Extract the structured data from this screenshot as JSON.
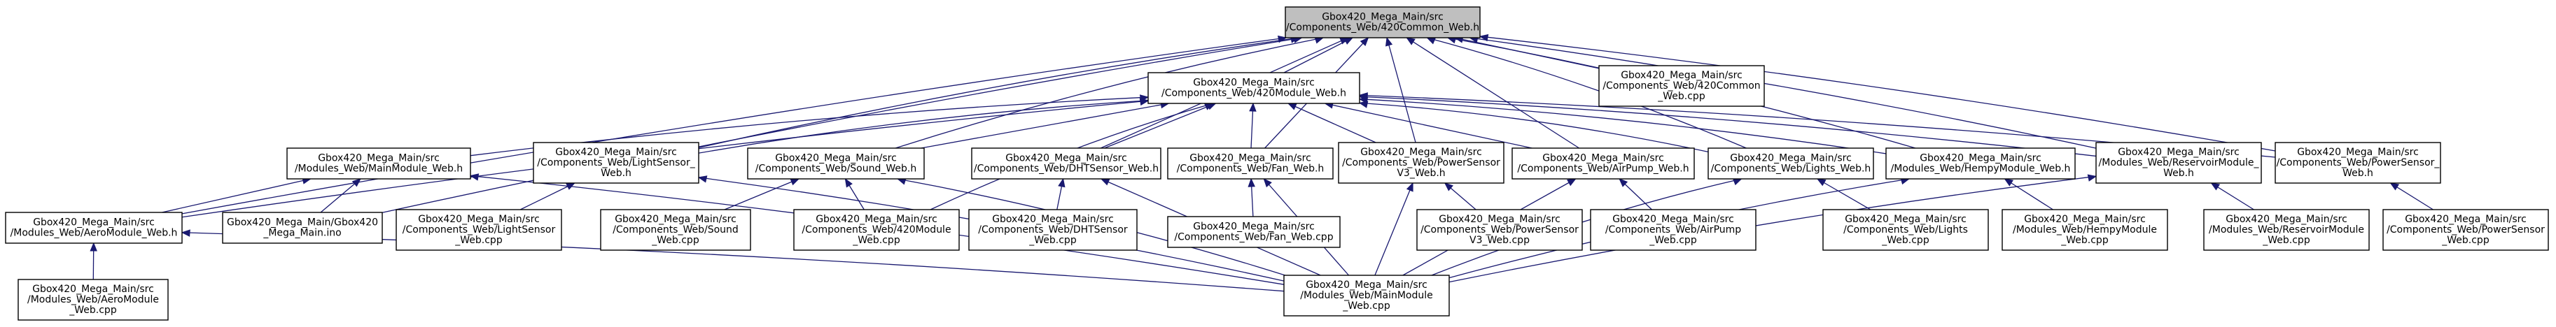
{
  "graph": {
    "nodes": [
      {
        "id": "n420common_h",
        "lines": [
          "Gbox420_Mega_Main/src",
          "/Components_Web/420Common_Web.h"
        ],
        "root": true
      },
      {
        "id": "n420common_cpp",
        "lines": [
          "Gbox420_Mega_Main/src",
          "/Components_Web/420Common",
          "_Web.cpp"
        ]
      },
      {
        "id": "n420module_h",
        "lines": [
          "Gbox420_Mega_Main/src",
          "/Components_Web/420Module_Web.h"
        ]
      },
      {
        "id": "nmainmodule_h",
        "lines": [
          "Gbox420_Mega_Main/src",
          "/Modules_Web/MainModule_Web.h"
        ]
      },
      {
        "id": "nlightsensor_h",
        "lines": [
          "Gbox420_Mega_Main/src",
          "/Components_Web/LightSensor_",
          "Web.h"
        ]
      },
      {
        "id": "nsound_h",
        "lines": [
          "Gbox420_Mega_Main/src",
          "/Components_Web/Sound_Web.h"
        ]
      },
      {
        "id": "ndht_h",
        "lines": [
          "Gbox420_Mega_Main/src",
          "/Components_Web/DHTSensor_Web.h"
        ]
      },
      {
        "id": "nfan_h",
        "lines": [
          "Gbox420_Mega_Main/src",
          "/Components_Web/Fan_Web.h"
        ]
      },
      {
        "id": "npowerv3_h",
        "lines": [
          "Gbox420_Mega_Main/src",
          "/Components_Web/PowerSensor",
          "V3_Web.h"
        ]
      },
      {
        "id": "nairpump_h",
        "lines": [
          "Gbox420_Mega_Main/src",
          "/Components_Web/AirPump_Web.h"
        ]
      },
      {
        "id": "nlights_h",
        "lines": [
          "Gbox420_Mega_Main/src",
          "/Components_Web/Lights_Web.h"
        ]
      },
      {
        "id": "nhempy_h",
        "lines": [
          "Gbox420_Mega_Main/src",
          "/Modules_Web/HempyModule_Web.h"
        ]
      },
      {
        "id": "nreservoir_h",
        "lines": [
          "Gbox420_Mega_Main/src",
          "/Modules_Web/ReservoirModule_",
          "Web.h"
        ]
      },
      {
        "id": "npower_h",
        "lines": [
          "Gbox420_Mega_Main/src",
          "/Components_Web/PowerSensor_",
          "Web.h"
        ]
      },
      {
        "id": "naero_h",
        "lines": [
          "Gbox420_Mega_Main/src",
          "/Modules_Web/AeroModule_Web.h"
        ]
      },
      {
        "id": "nino",
        "lines": [
          "Gbox420_Mega_Main/Gbox420",
          "_Mega_Main.ino"
        ]
      },
      {
        "id": "nlightsensor_cpp",
        "lines": [
          "Gbox420_Mega_Main/src",
          "/Components_Web/LightSensor",
          "_Web.cpp"
        ]
      },
      {
        "id": "nsound_cpp",
        "lines": [
          "Gbox420_Mega_Main/src",
          "/Components_Web/Sound",
          "_Web.cpp"
        ]
      },
      {
        "id": "n420module_cpp",
        "lines": [
          "Gbox420_Mega_Main/src",
          "/Components_Web/420Module",
          "_Web.cpp"
        ]
      },
      {
        "id": "ndht_cpp",
        "lines": [
          "Gbox420_Mega_Main/src",
          "/Components_Web/DHTSensor",
          "_Web.cpp"
        ]
      },
      {
        "id": "nfan_cpp",
        "lines": [
          "Gbox420_Mega_Main/src",
          "/Components_Web/Fan_Web.cpp"
        ]
      },
      {
        "id": "npowerv3_cpp",
        "lines": [
          "Gbox420_Mega_Main/src",
          "/Components_Web/PowerSensor",
          "V3_Web.cpp"
        ]
      },
      {
        "id": "nairpump_cpp",
        "lines": [
          "Gbox420_Mega_Main/src",
          "/Components_Web/AirPump",
          "_Web.cpp"
        ]
      },
      {
        "id": "nlights_cpp",
        "lines": [
          "Gbox420_Mega_Main/src",
          "/Components_Web/Lights",
          "_Web.cpp"
        ]
      },
      {
        "id": "nhempy_cpp",
        "lines": [
          "Gbox420_Mega_Main/src",
          "/Modules_Web/HempyModule",
          "_Web.cpp"
        ]
      },
      {
        "id": "nreservoir_cpp",
        "lines": [
          "Gbox420_Mega_Main/src",
          "/Modules_Web/ReservoirModule",
          "_Web.cpp"
        ]
      },
      {
        "id": "npower_cpp",
        "lines": [
          "Gbox420_Mega_Main/src",
          "/Components_Web/PowerSensor",
          "_Web.cpp"
        ]
      },
      {
        "id": "naero_cpp",
        "lines": [
          "Gbox420_Mega_Main/src",
          "/Modules_Web/AeroModule",
          "_Web.cpp"
        ]
      },
      {
        "id": "nmainmodule_cpp",
        "lines": [
          "Gbox420_Mega_Main/src",
          "/Modules_Web/MainModule",
          "_Web.cpp"
        ]
      }
    ],
    "edges": [
      [
        "n420common_h",
        "n420common_cpp"
      ],
      [
        "n420common_h",
        "n420module_h"
      ],
      [
        "n420common_h",
        "nlightsensor_h"
      ],
      [
        "n420common_h",
        "nsound_h"
      ],
      [
        "n420common_h",
        "ndht_h"
      ],
      [
        "n420common_h",
        "nfan_h"
      ],
      [
        "n420common_h",
        "npowerv3_h"
      ],
      [
        "n420common_h",
        "nairpump_h"
      ],
      [
        "n420common_h",
        "nlights_h"
      ],
      [
        "n420common_h",
        "nhempy_h"
      ],
      [
        "n420common_h",
        "nreservoir_h"
      ],
      [
        "n420common_h",
        "npower_h"
      ],
      [
        "n420common_h",
        "naero_h"
      ],
      [
        "n420common_h",
        "nino"
      ],
      [
        "n420module_h",
        "nmainmodule_h"
      ],
      [
        "n420module_h",
        "nlightsensor_h"
      ],
      [
        "n420module_h",
        "nsound_h"
      ],
      [
        "n420module_h",
        "ndht_h"
      ],
      [
        "n420module_h",
        "nfan_h"
      ],
      [
        "n420module_h",
        "npowerv3_h"
      ],
      [
        "n420module_h",
        "nairpump_h"
      ],
      [
        "n420module_h",
        "nlights_h"
      ],
      [
        "n420module_h",
        "nhempy_h"
      ],
      [
        "n420module_h",
        "nreservoir_h"
      ],
      [
        "n420module_h",
        "npower_h"
      ],
      [
        "n420module_h",
        "naero_h"
      ],
      [
        "n420module_h",
        "n420module_cpp"
      ],
      [
        "nmainmodule_h",
        "naero_h"
      ],
      [
        "nmainmodule_h",
        "nino"
      ],
      [
        "nmainmodule_h",
        "nmainmodule_cpp"
      ],
      [
        "nlightsensor_h",
        "nlightsensor_cpp"
      ],
      [
        "nlightsensor_h",
        "nmainmodule_cpp"
      ],
      [
        "nsound_h",
        "nsound_cpp"
      ],
      [
        "nsound_h",
        "n420module_cpp"
      ],
      [
        "nsound_h",
        "nmainmodule_cpp"
      ],
      [
        "ndht_h",
        "ndht_cpp"
      ],
      [
        "ndht_h",
        "nmainmodule_cpp"
      ],
      [
        "nfan_h",
        "nfan_cpp"
      ],
      [
        "nfan_h",
        "nmainmodule_cpp"
      ],
      [
        "npowerv3_h",
        "npowerv3_cpp"
      ],
      [
        "npowerv3_h",
        "nmainmodule_cpp"
      ],
      [
        "nairpump_h",
        "nairpump_cpp"
      ],
      [
        "nairpump_h",
        "nmainmodule_cpp"
      ],
      [
        "nlights_h",
        "nlights_cpp"
      ],
      [
        "nlights_h",
        "nmainmodule_cpp"
      ],
      [
        "nhempy_h",
        "nhempy_cpp"
      ],
      [
        "nhempy_h",
        "nmainmodule_cpp"
      ],
      [
        "nreservoir_h",
        "nreservoir_cpp"
      ],
      [
        "nreservoir_h",
        "nmainmodule_cpp"
      ],
      [
        "npower_h",
        "npower_cpp"
      ],
      [
        "naero_h",
        "naero_cpp"
      ],
      [
        "naero_h",
        "nmainmodule_cpp"
      ]
    ]
  }
}
